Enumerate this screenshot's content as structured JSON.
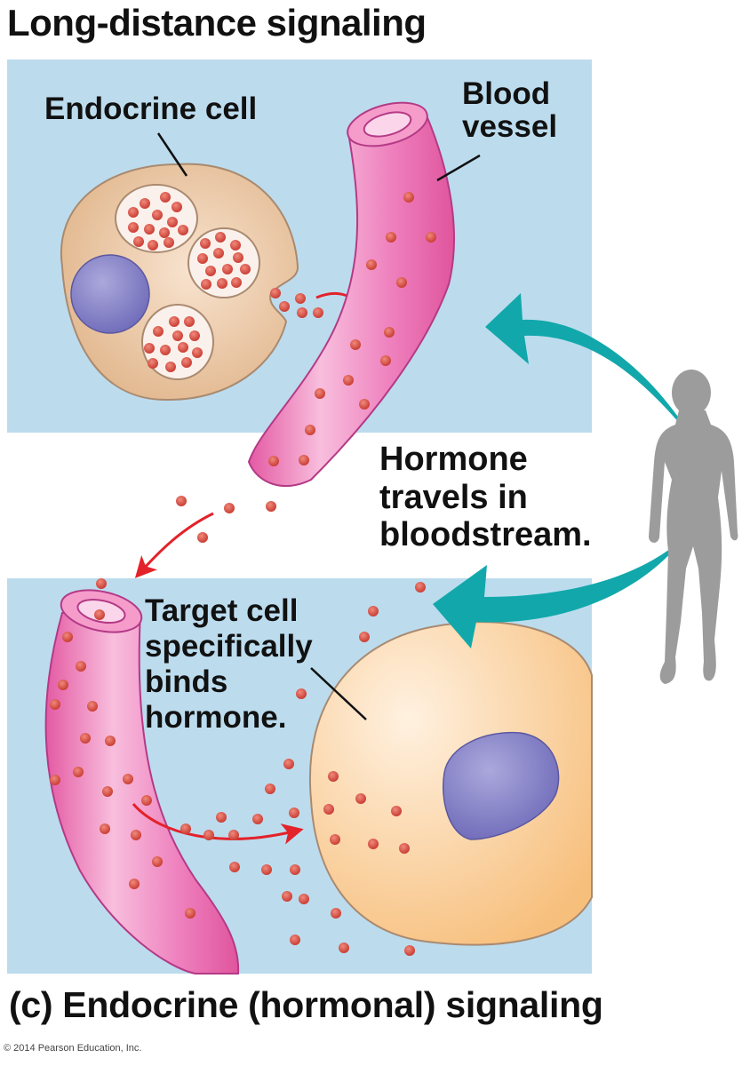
{
  "title": "Long-distance signaling",
  "caption": "(c) Endocrine (hormonal) signaling",
  "copyright": "© 2014 Pearson Education, Inc.",
  "labels": {
    "endocrine_cell": "Endocrine cell",
    "blood_vessel": [
      "Blood",
      "vessel"
    ],
    "hormone_travels": [
      "Hormone",
      "travels in",
      "bloodstream."
    ],
    "target_cell": [
      "Target cell",
      "specifically",
      "binds",
      "hormone."
    ]
  },
  "colors": {
    "panel_bg": "#bcdcee",
    "endocrine_cell": "#ecc9a4",
    "target_cell": "#fbd3a0",
    "nucleus": "#8581c8",
    "vessel": "#ec72b4",
    "vessel_outline": "#b43a86",
    "hormone": "#d95a4e",
    "flow_arrow": "#e3222a",
    "body_arrow": "#12a8ab",
    "human": "#9c9c9c"
  }
}
